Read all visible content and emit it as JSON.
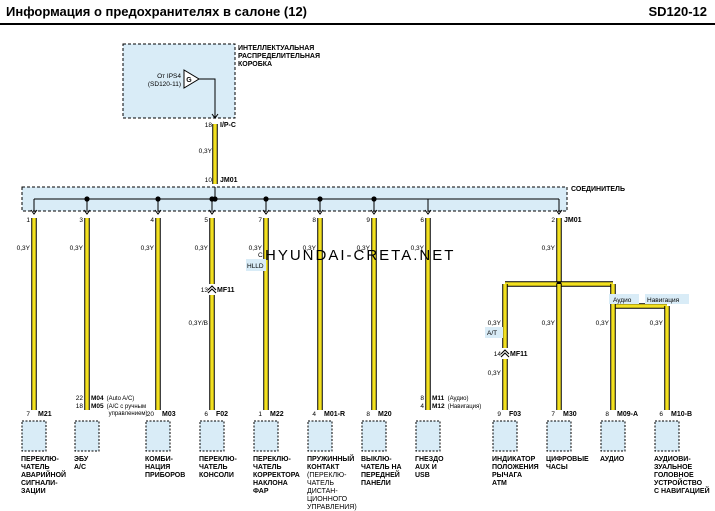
{
  "header": {
    "title": "Информация о предохранителях в салоне (12)",
    "code": "SD120-12"
  },
  "colors": {
    "wire": "#f2e020",
    "wire_outline": "#000000",
    "box_fill": "#d9ecf7",
    "box_border": "#000000"
  },
  "ipdm": {
    "label_lines": [
      "ИНТЕЛЛЕКТУАЛЬНАЯ",
      "РАСПРЕДЕЛИТЕЛЬНАЯ",
      "КОРОБКА"
    ],
    "source_lines": [
      "От IPS4",
      "(SD120-11)"
    ],
    "gate_label": "G",
    "pin": "18",
    "connector": "I/P-C",
    "wire_color": "0,3Y"
  },
  "jm_top": {
    "pin": "10",
    "name": "JM01"
  },
  "connector_bar": {
    "label": "СОЕДИНИТЕЛЬ",
    "right_pin": "2",
    "right_name": "JM01"
  },
  "watermark": "HYUNDAI-CRETA.NET",
  "branches": [
    {
      "top_pin": "1",
      "wire": "0,3Y",
      "bot_pin": "7",
      "conn": "M21",
      "label": [
        "ПЕРЕКЛЮ-",
        "ЧАТЕЛЬ",
        "АВАРИЙНОЙ",
        "СИГНАЛИ-",
        "ЗАЦИИ"
      ]
    },
    {
      "top_pin": "3",
      "wire": "0,3Y",
      "bot_pin_lines": [
        "22",
        "18"
      ],
      "conn_lines": [
        "M04",
        "M05"
      ],
      "conn_notes": [
        "(Auto A/C)",
        "(A/C с ручным",
        "управлением)"
      ],
      "label": [
        "ЭБУ",
        "A/C"
      ]
    },
    {
      "top_pin": "4",
      "wire": "0,3Y",
      "bot_pin": "20",
      "conn": "M03",
      "label": [
        "КОМБИ-",
        "НАЦИЯ",
        "ПРИБОРОВ"
      ]
    },
    {
      "top_pin": "5",
      "wire": "0,3Y",
      "mid_pin": "13",
      "mid_conn": "MF11",
      "wire2": "0,3Y/B",
      "bot_pin": "6",
      "conn": "F02",
      "label": [
        "ПЕРЕКЛЮ-",
        "ЧАТЕЛЬ",
        "КОНСОЛИ"
      ]
    },
    {
      "top_pin": "7",
      "wire": "0,3Y",
      "tag_lines": [
        "C",
        "HLLD"
      ],
      "bot_pin": "1",
      "conn": "M22",
      "label": [
        "ПЕРЕКЛЮ-",
        "ЧАТЕЛЬ",
        "КОРРЕКТОРА",
        "НАКЛОНА",
        "ФАР"
      ]
    },
    {
      "top_pin": "8",
      "wire": "0,3Y",
      "bot_pin": "4",
      "conn": "M01-R",
      "label": [
        "ПРУЖИННЫЙ",
        "КОНТАКТ"
      ],
      "label_note": [
        "(ПЕРЕКЛЮ-",
        "ЧАТЕЛЬ",
        "ДИСТАН-",
        "ЦИОННОГО",
        "УПРАВЛЕНИЯ)"
      ]
    },
    {
      "top_pin": "9",
      "wire": "0,3Y",
      "bot_pin": "8",
      "conn": "M20",
      "label": [
        "ВЫКЛЮ-",
        "ЧАТЕЛЬ НА",
        "ПЕРЕДНЕЙ",
        "ПАНЕЛИ"
      ]
    },
    {
      "top_pin": "6",
      "wire": "0,3Y",
      "bot_pin_lines": [
        "8",
        "4"
      ],
      "conn_lines": [
        "M11",
        "M12"
      ],
      "conn_notes": [
        "(Аудио)",
        "(Навигация)"
      ],
      "label": [
        "ГНЕЗДО",
        "AUX И",
        "USB"
      ]
    }
  ],
  "right_trunk": {
    "wire": "0,3Y"
  },
  "right_branches": [
    {
      "wire": "0,3Y",
      "tag": "A/T",
      "mid_pin": "14",
      "mid_conn": "MF11",
      "wire2": "0,3Y",
      "bot_pin": "9",
      "conn": "F03",
      "label": [
        "ИНДИКАТОР",
        "ПОЛОЖЕНИЯ",
        "РЫЧАГА",
        "АТМ"
      ]
    },
    {
      "wire": "0,3Y",
      "bot_pin": "7",
      "conn": "M30",
      "label": [
        "ЦИФРОВЫЕ",
        "ЧАСЫ"
      ]
    },
    {
      "wire": "0,3Y",
      "tag": "Аудио",
      "bot_pin": "8",
      "conn": "M09-A",
      "label": [
        "АУДИО"
      ]
    },
    {
      "wire": "0,3Y",
      "tag": "Навигация",
      "bot_pin": "6",
      "conn": "M10-B",
      "label": [
        "АУДИОВИ-",
        "ЗУАЛЬНОЕ",
        "ГОЛОВНОЕ",
        "УСТРОЙСТВО",
        "С НАВИГАЦИЕЙ"
      ]
    }
  ]
}
